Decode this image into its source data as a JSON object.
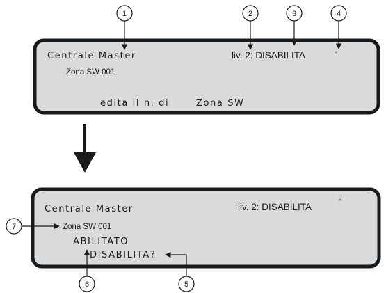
{
  "display_top": {
    "line1_left": "Centrale Master",
    "line1_right": "liv. 2: DISABILITA",
    "line2": "Zona SW 001",
    "line3_left": "edita il n. di",
    "line3_right": "Zona SW",
    "symbol": "ʺ"
  },
  "display_bottom": {
    "line1_left": "Centrale Master",
    "line1_right": "liv. 2: DISABILITA",
    "line2": "Zona SW 001",
    "line3": "ABILITATO",
    "line4": "DISABILITA?",
    "symbol": "ʺ"
  },
  "callouts": [
    "1",
    "2",
    "3",
    "4",
    "5",
    "6",
    "7"
  ],
  "icons": {
    "transition": "down-arrow-icon",
    "pointer": "arrow-icon"
  }
}
